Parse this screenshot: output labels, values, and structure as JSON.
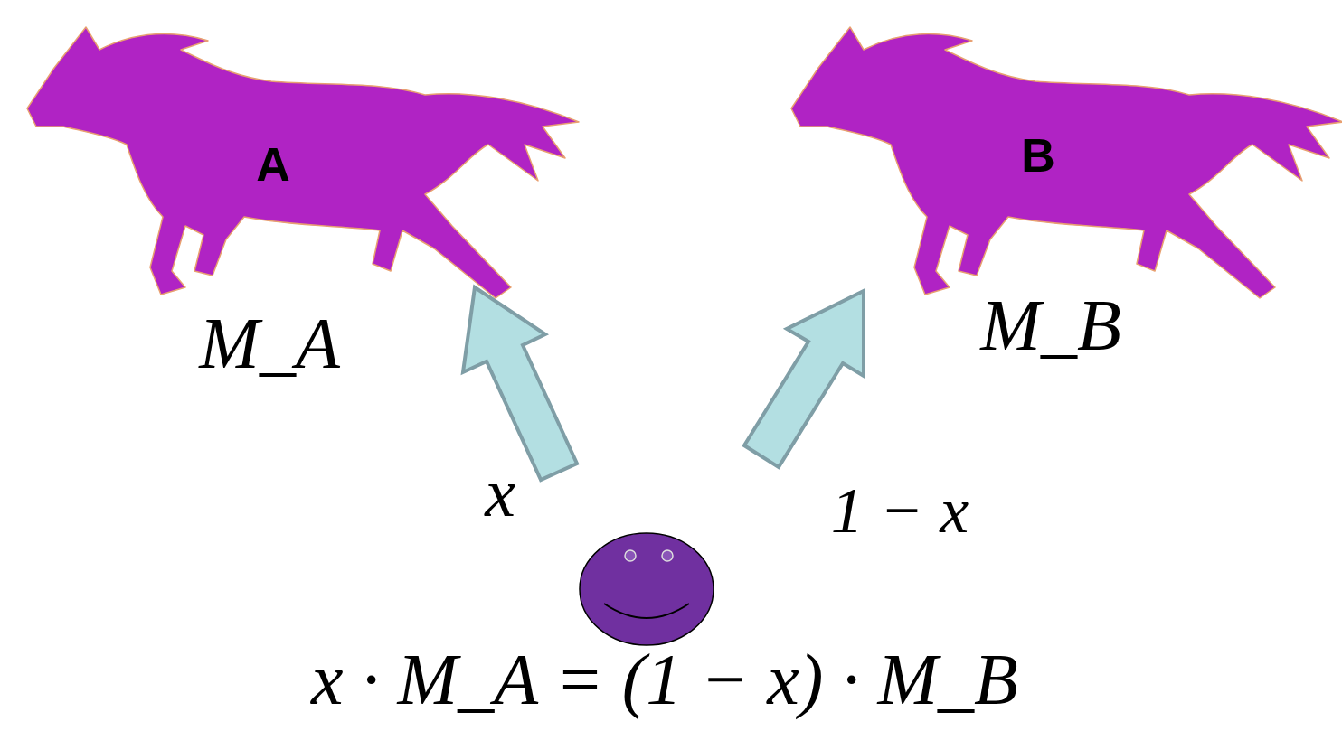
{
  "diagram": {
    "nodes": [
      {
        "text": [
          "A",
          "M_A"
        ]
      },
      {
        "text": [
          "B",
          "M_B"
        ]
      }
    ],
    "labels": [
      "x",
      "1 − x",
      "x · M_A = (1 − x) · M_B"
    ]
  }
}
